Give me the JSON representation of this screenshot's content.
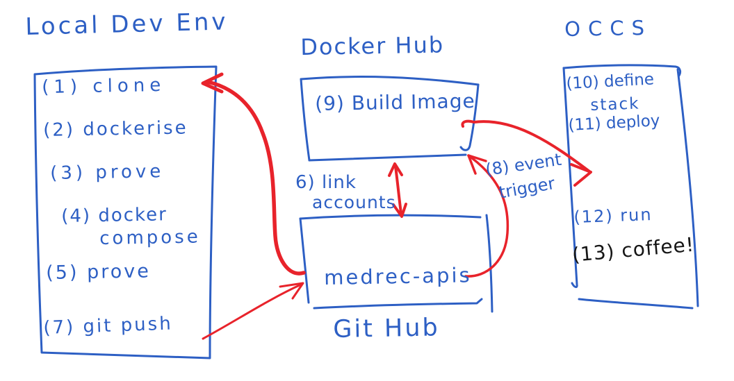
{
  "colors": {
    "ink_blue": "#2d5fc4",
    "ink_red": "#e8232b",
    "ink_black": "#161616"
  },
  "local_dev": {
    "title": "Local Dev Env",
    "steps": [
      "(1) clone",
      "(2) dockerise",
      "(3) prove",
      "(4) docker",
      "compose",
      "(5) prove",
      "(7) git push"
    ]
  },
  "docker_hub": {
    "title": "Docker Hub",
    "box_label": "(9) Build Image"
  },
  "github": {
    "repo_label": "medrec-apis",
    "title": "Git Hub"
  },
  "occs": {
    "title": "OCCS",
    "steps": [
      "(10) define",
      "stack",
      "(11) deploy",
      "(12) run",
      "(13) coffee!"
    ]
  },
  "annotations": {
    "link_accounts_line1": "6) link",
    "link_accounts_line2": "accounts",
    "event_trigger_line1": "(8) event",
    "event_trigger_line2": "trigger"
  }
}
